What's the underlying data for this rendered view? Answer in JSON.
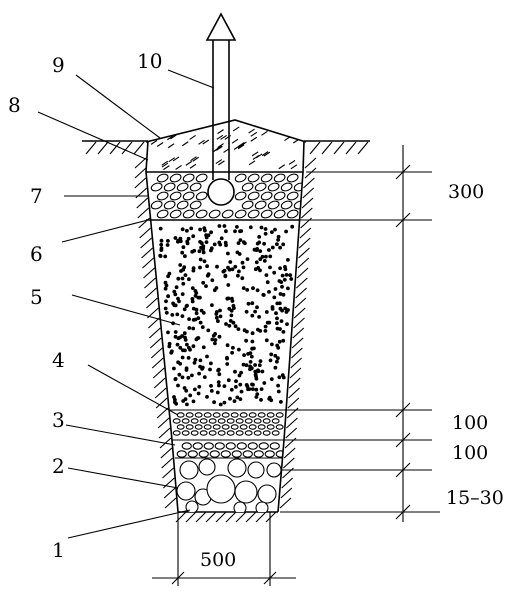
{
  "labels": {
    "l1": "1",
    "l2": "2",
    "l3": "3",
    "l4": "4",
    "l5": "5",
    "l6": "6",
    "l7": "7",
    "l8": "8",
    "l9": "9",
    "l10": "10"
  },
  "dimensions": {
    "top": "300",
    "mid1": "100",
    "mid2": "100",
    "bottom": "15–30",
    "width": "500"
  }
}
